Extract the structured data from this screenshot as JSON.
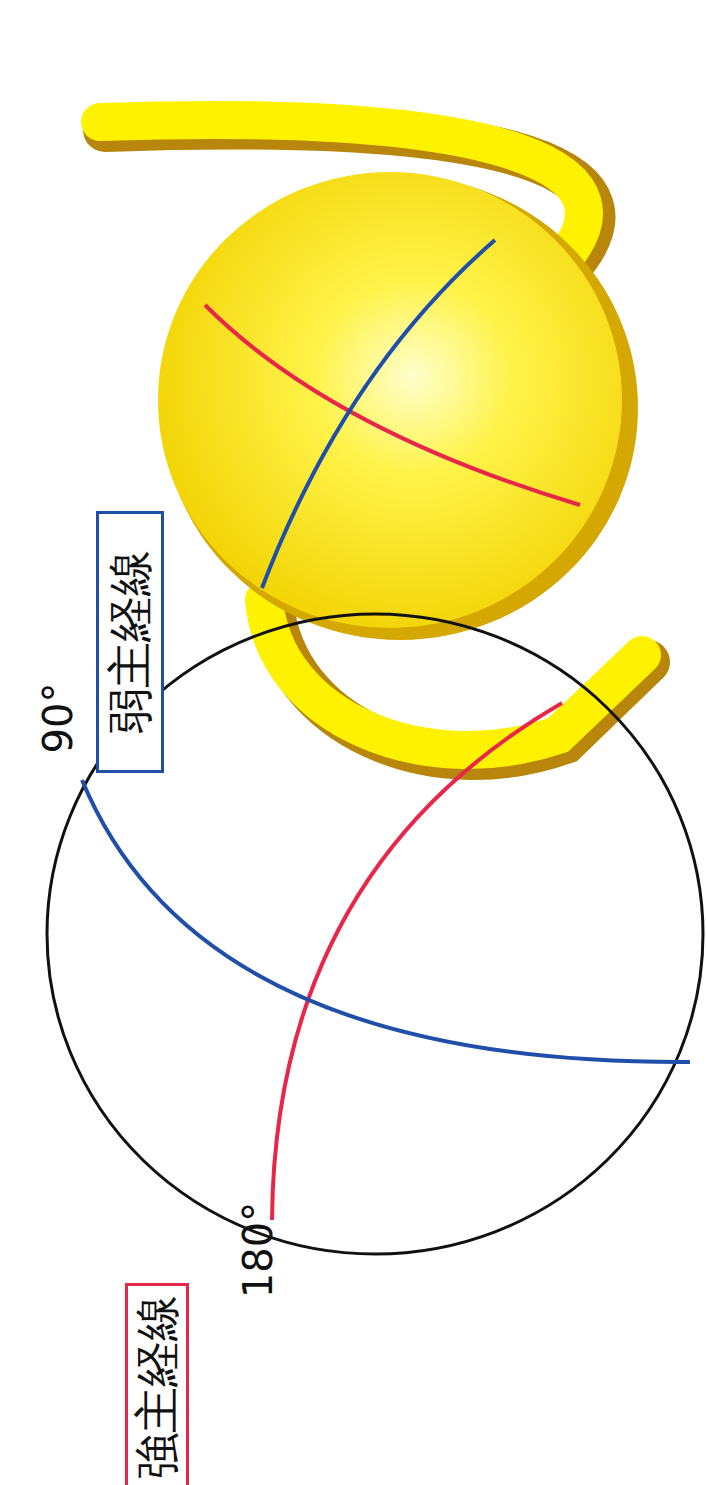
{
  "diagram": {
    "nodes": [
      {
        "text": [
          "弱主経線"
        ]
      },
      {
        "text": [
          "強主経線"
        ]
      }
    ],
    "labels": [
      "90°",
      "180°"
    ]
  }
}
